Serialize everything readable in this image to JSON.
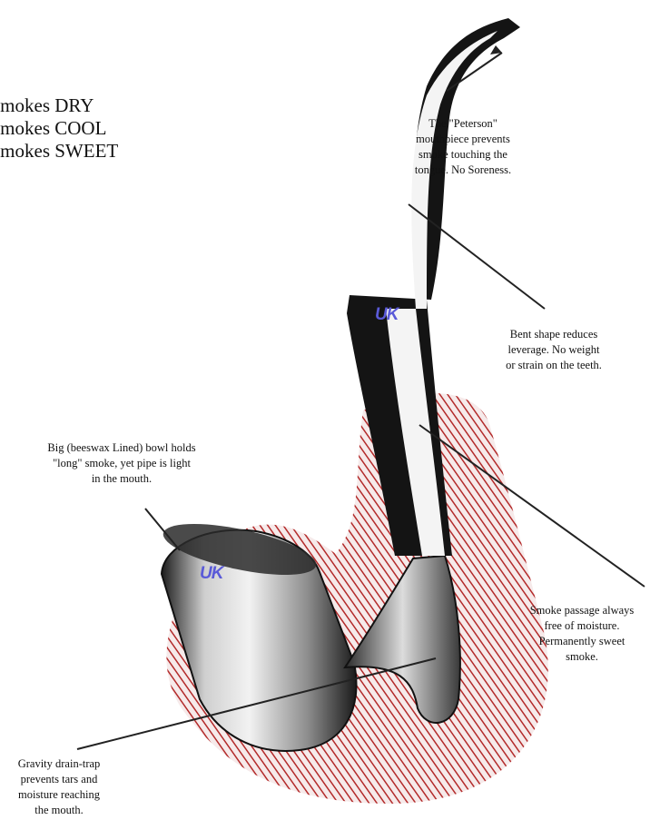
{
  "slogans": [
    "smokes DRY",
    "smokes COOL",
    "smokes SWEET"
  ],
  "annotations": {
    "mouthpiece": [
      "The \"Peterson\"",
      "mouthpiece prevents",
      "smoke touching the",
      "tongue. No Soreness."
    ],
    "bent_shape": [
      "Bent shape reduces",
      "leverage. No weight",
      "or strain on the teeth."
    ],
    "bowl": [
      "Big (beeswax Lined) bowl holds",
      "\"long\" smoke, yet pipe is light",
      "in the mouth."
    ],
    "smoke_passage": [
      "Smoke passage always",
      "free of moisture.",
      "Permanently sweet",
      "smoke."
    ],
    "drain_trap": [
      "Gravity drain-trap",
      "prevents tars and",
      "moisture reaching",
      "the mouth."
    ]
  },
  "watermarks": {
    "stem": "UK",
    "bowl": "UK"
  },
  "colors": {
    "hatch_red": "#b32a2a",
    "pipe_black": "#141414",
    "leader_line": "#222222"
  }
}
